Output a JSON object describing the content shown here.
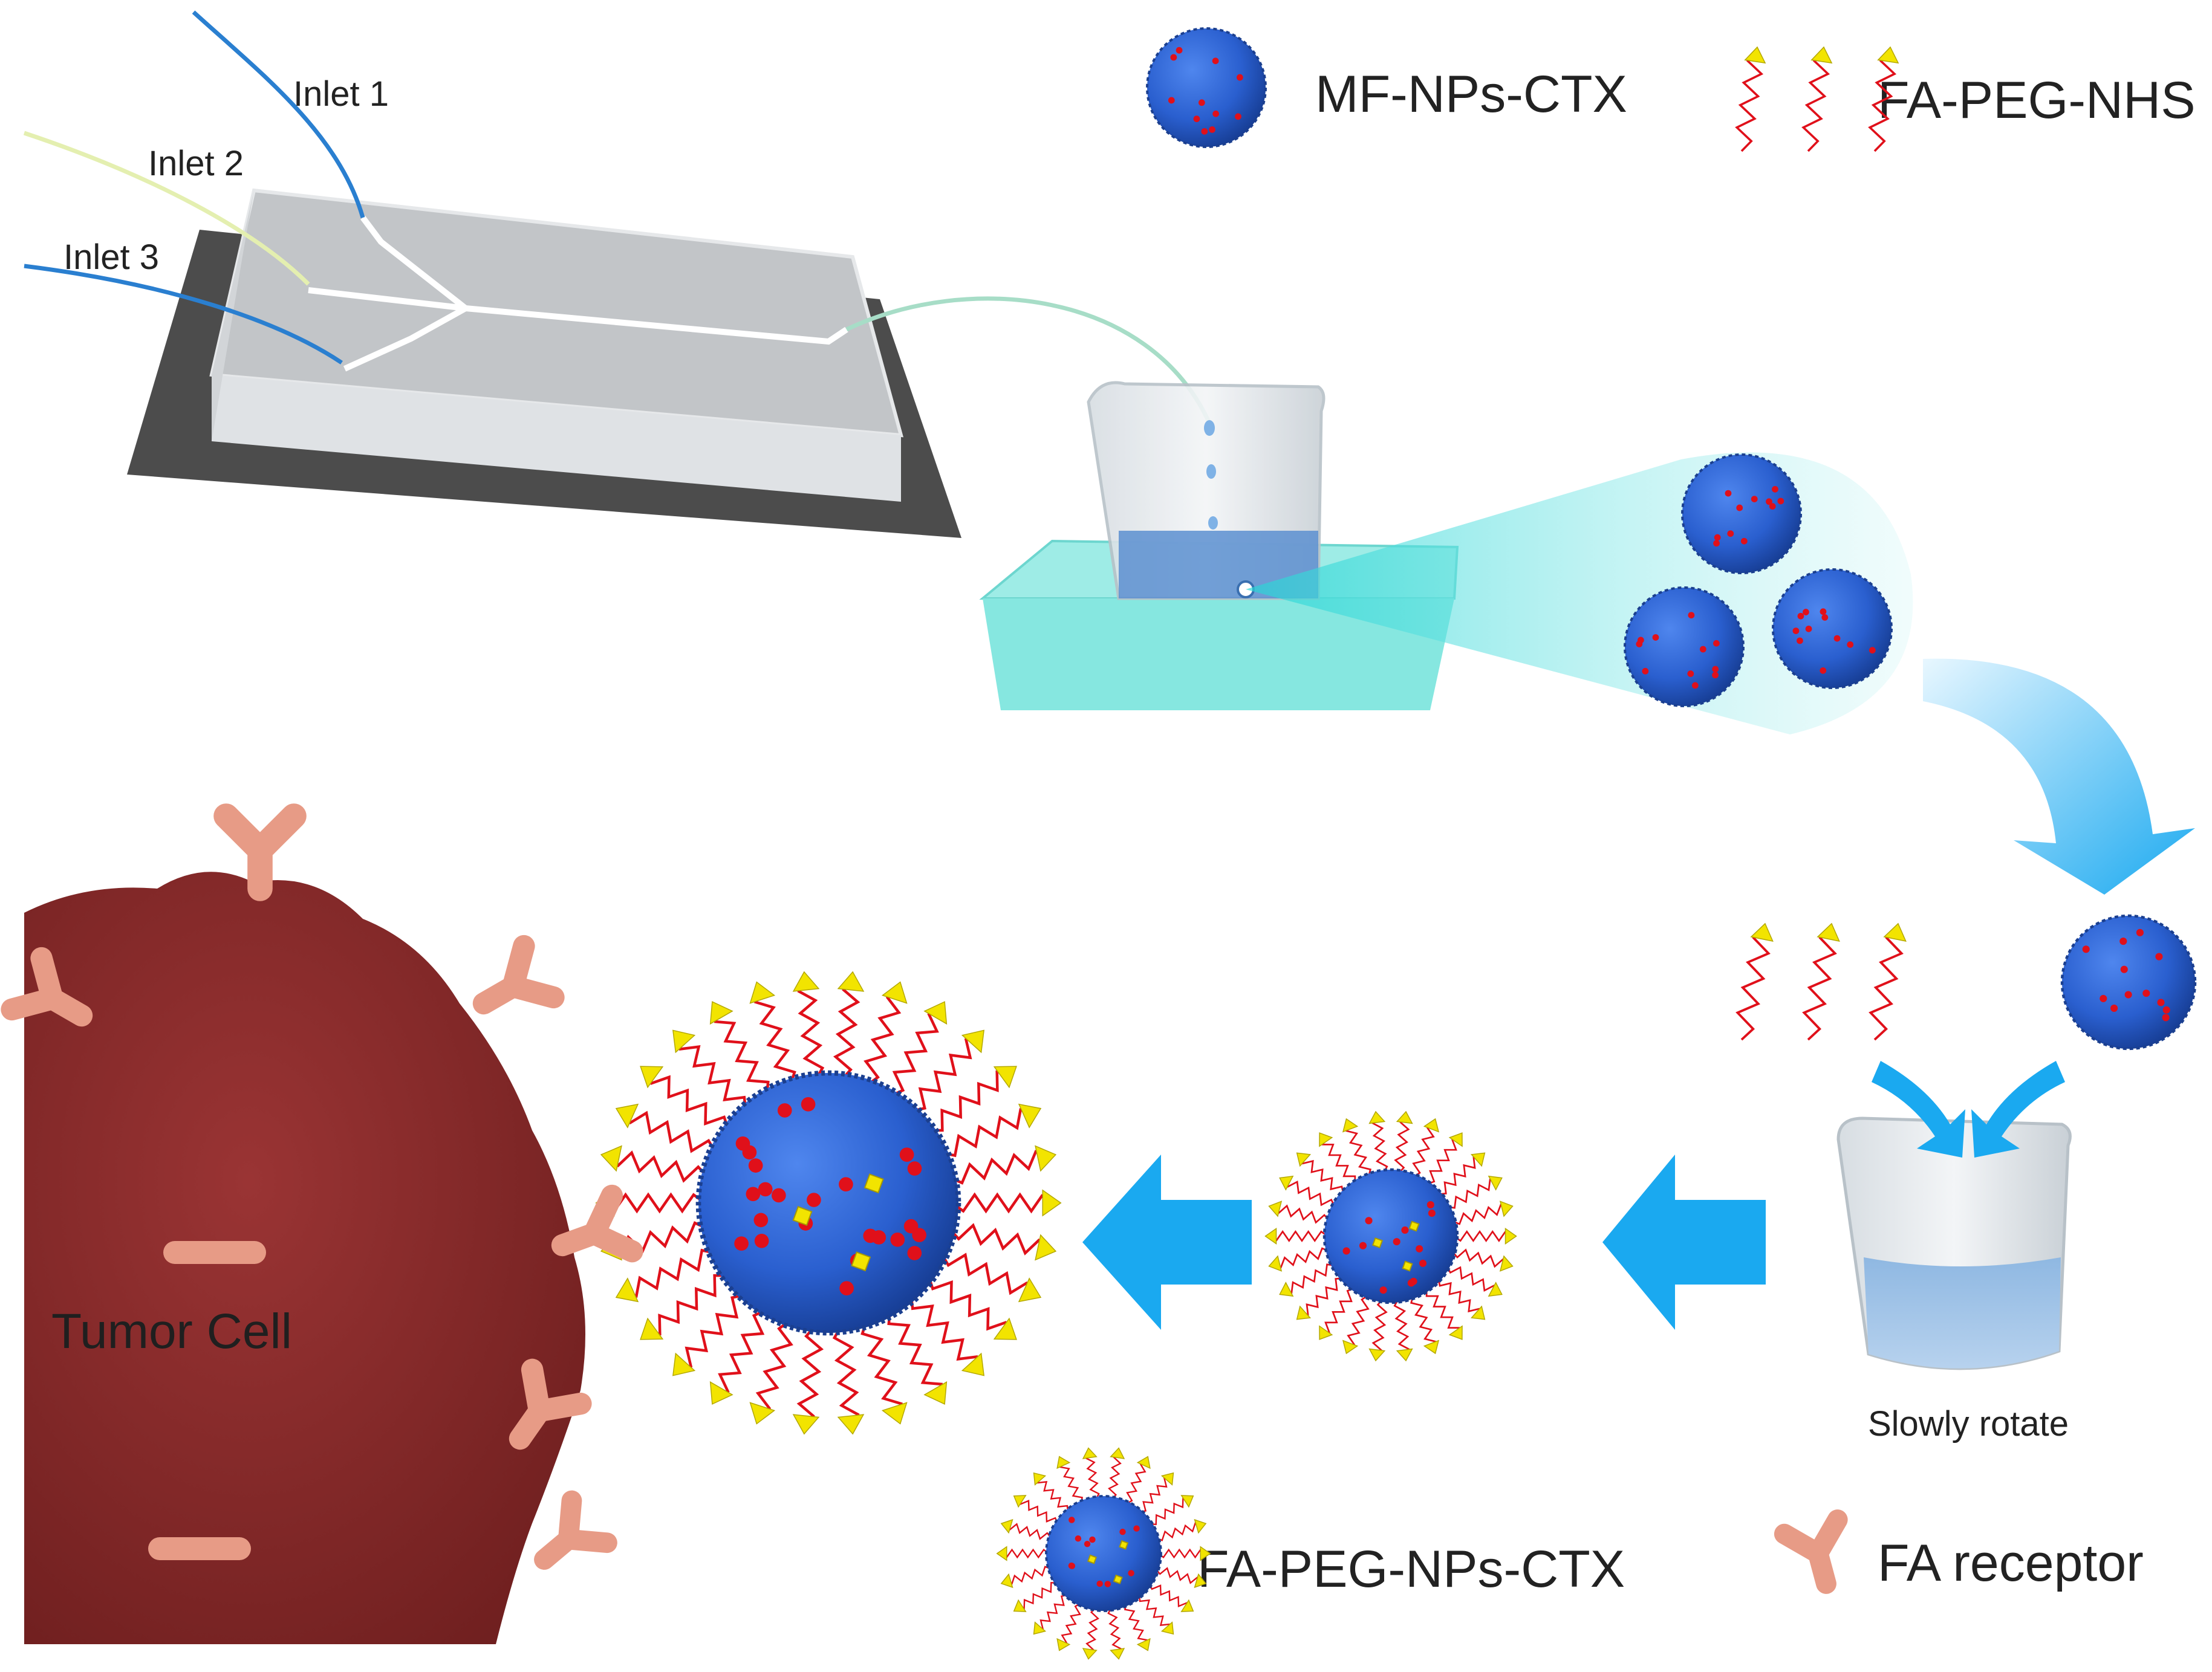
{
  "legend": {
    "nanoparticle": "MF-NPs-CTX",
    "peg_linker": "FA-PEG-NHS",
    "final_particle": "FA-PEG-NPs-CTX",
    "receptor": "FA receptor"
  },
  "chip": {
    "inlet1": "Inlet 1",
    "inlet2": "Inlet 2",
    "inlet3": "Inlet 3"
  },
  "process": {
    "rotate": "Slowly rotate"
  },
  "cell": {
    "label": "Tumor Cell"
  },
  "colors": {
    "particle_blue": "#2a5fcf",
    "drug_red": "#e0101a",
    "linker_yellow": "#f2e400",
    "arrow_blue": "#1aa9f0",
    "cell_red": "#8b2b2b",
    "receptor_pink": "#e79b86",
    "water_bath": "#7fe3dc"
  }
}
